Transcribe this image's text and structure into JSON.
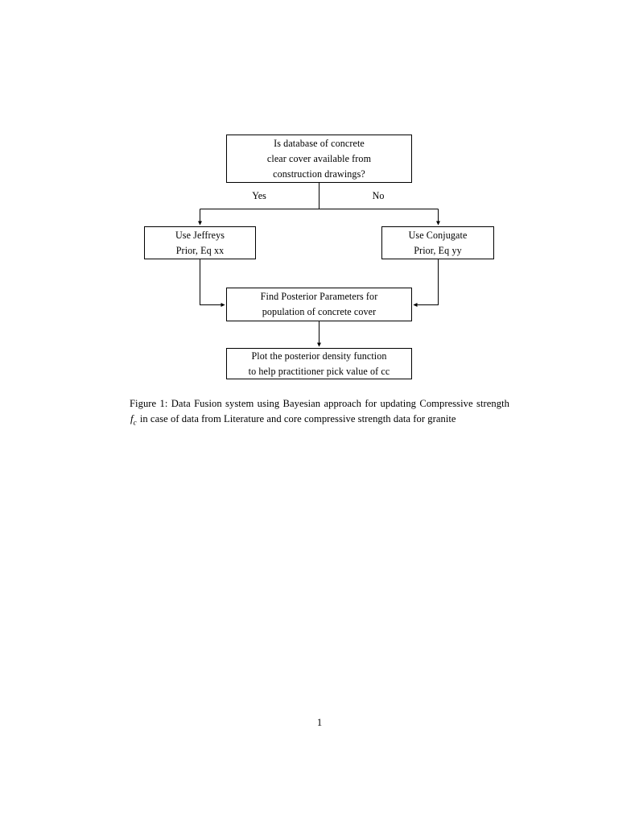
{
  "document": {
    "page_number": "1",
    "background_color": "#ffffff",
    "text_color": "#000000"
  },
  "figure": {
    "type": "flowchart",
    "nodes": [
      {
        "id": "question",
        "shape": "rectangle",
        "lines": [
          "Is database of concrete",
          "clear cover available from",
          "construction drawings?"
        ]
      },
      {
        "id": "jeffreys",
        "shape": "rectangle",
        "lines": [
          "Use Jeffreys",
          "Prior, Eq xx"
        ]
      },
      {
        "id": "conjugate",
        "shape": "rectangle",
        "lines": [
          "Use Conjugate",
          "Prior, Eq yy"
        ]
      },
      {
        "id": "posterior",
        "shape": "rectangle",
        "lines": [
          "Find Posterior Parameters for",
          "population of concrete cover"
        ]
      },
      {
        "id": "plot",
        "shape": "rectangle",
        "lines": [
          "Plot the posterior density function",
          "to help practitioner pick value of cc"
        ]
      }
    ],
    "edges": [
      {
        "from": "question",
        "to": "jeffreys",
        "label": "Yes"
      },
      {
        "from": "question",
        "to": "conjugate",
        "label": "No"
      },
      {
        "from": "jeffreys",
        "to": "posterior",
        "label": ""
      },
      {
        "from": "conjugate",
        "to": "posterior",
        "label": ""
      },
      {
        "from": "posterior",
        "to": "plot",
        "label": ""
      }
    ],
    "edge_labels": {
      "yes": "Yes",
      "no": "No"
    }
  },
  "caption": {
    "label": "Figure 1:",
    "text_before_math": " Data Fusion system using Bayesian approach for updating Compressive strength ",
    "math_symbol": "f",
    "math_subscript": "c",
    "text_after_math": " in case of data from Literature and core compressive strength data for granite",
    "full_text": "Figure 1: Data Fusion system using Bayesian approach for updating Compressive strength f_c in case of data from Literature and core compressive strength data for granite"
  }
}
